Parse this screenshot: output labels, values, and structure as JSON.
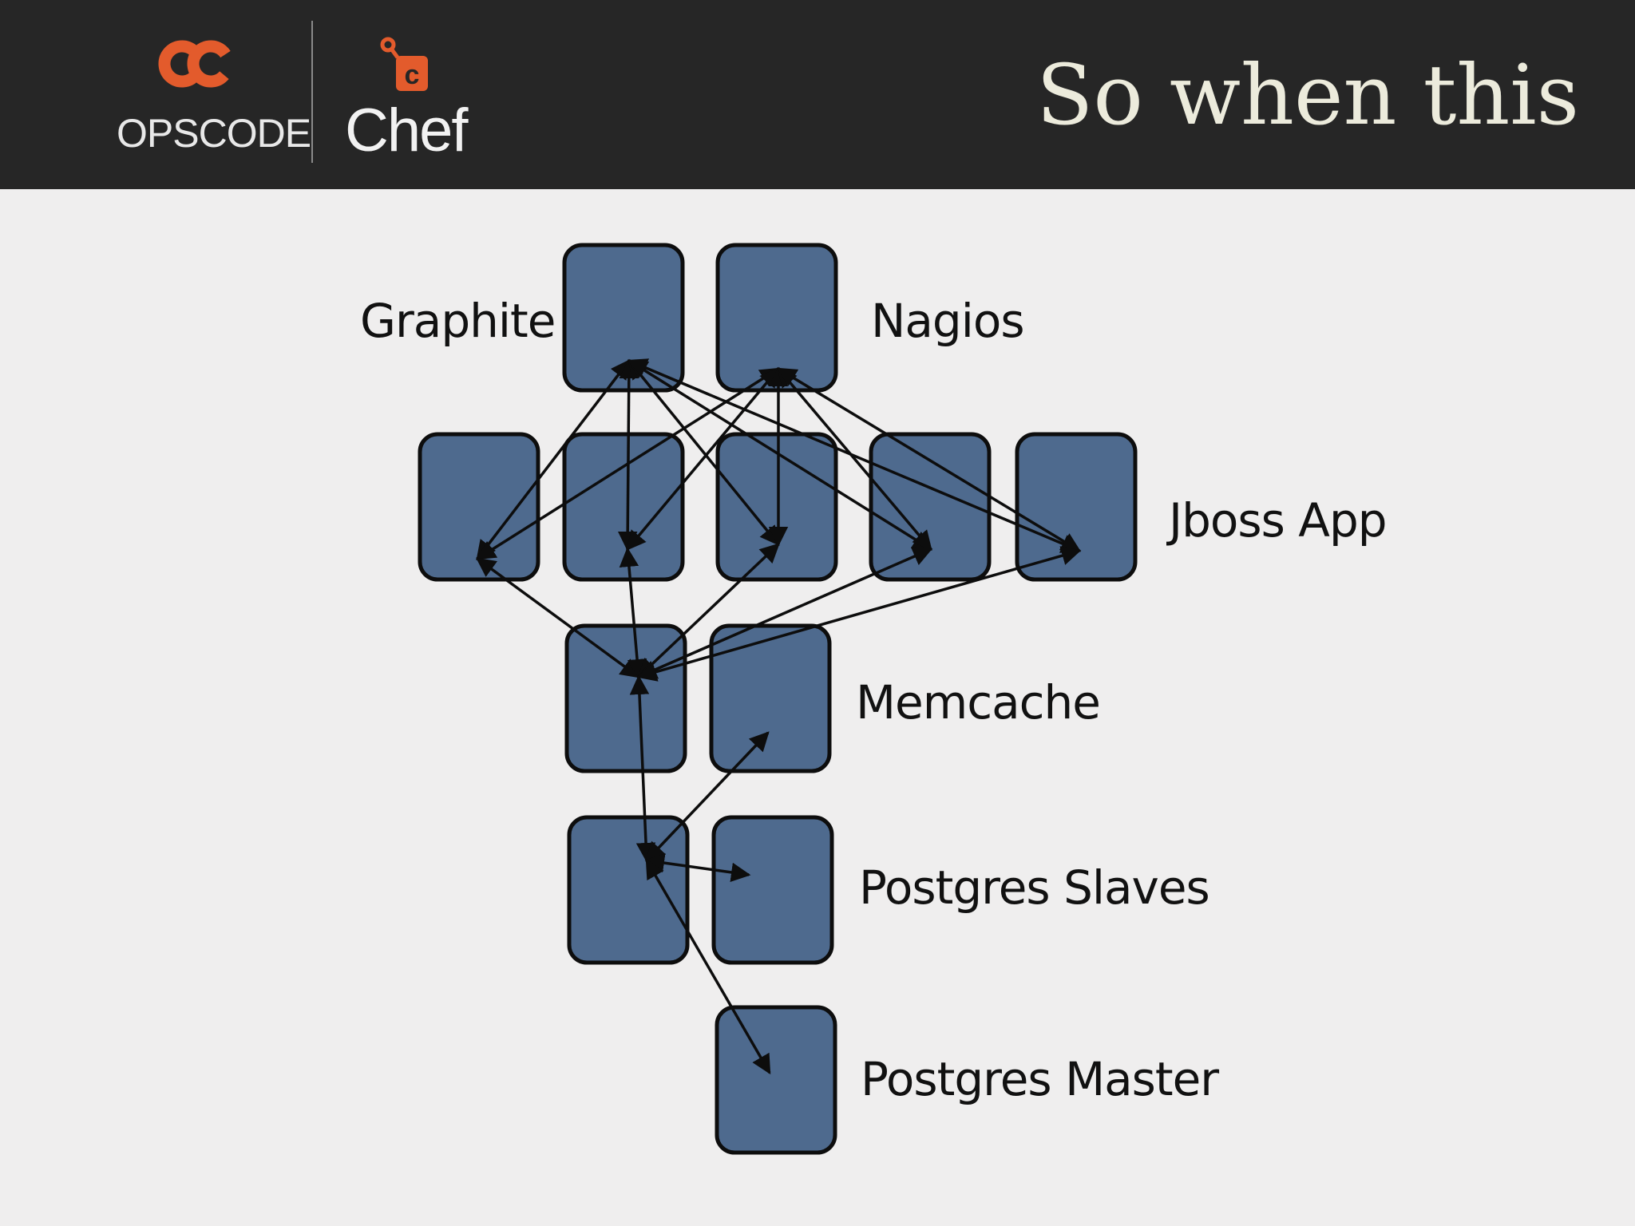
{
  "header": {
    "title": "So when this",
    "opscode_wordmark": "OPSCODE",
    "chef_wordmark": "Chef",
    "icons": [
      "opscode-logo-icon",
      "chef-logo-icon"
    ]
  },
  "colors": {
    "header_bg": "#262626",
    "slide_bg": "#efeeee",
    "node_fill": "#4e6a8e",
    "node_stroke": "#0d0d0d",
    "brand_orange": "#e35b2c",
    "title_color": "#ecebdc"
  },
  "diagram": {
    "labels": {
      "graphite": "Graphite",
      "nagios": "Nagios",
      "jboss": "Jboss App",
      "memcache": "Memcache",
      "pg_slaves": "Postgres Slaves",
      "pg_master": "Postgres Master"
    },
    "nodes": [
      {
        "id": "graphite",
        "group": "graphite"
      },
      {
        "id": "nagios",
        "group": "nagios"
      },
      {
        "id": "jboss1",
        "group": "jboss"
      },
      {
        "id": "jboss2",
        "group": "jboss"
      },
      {
        "id": "jboss3",
        "group": "jboss"
      },
      {
        "id": "jboss4",
        "group": "jboss"
      },
      {
        "id": "jboss5",
        "group": "jboss"
      },
      {
        "id": "memcache1",
        "group": "memcache"
      },
      {
        "id": "memcache2",
        "group": "memcache"
      },
      {
        "id": "pgslave1",
        "group": "pg_slaves"
      },
      {
        "id": "pgslave2",
        "group": "pg_slaves"
      },
      {
        "id": "pgmaster",
        "group": "pg_master"
      }
    ],
    "edges": [
      {
        "from": "graphite",
        "to": "jboss1"
      },
      {
        "from": "graphite",
        "to": "jboss2"
      },
      {
        "from": "graphite",
        "to": "jboss3"
      },
      {
        "from": "graphite",
        "to": "jboss4"
      },
      {
        "from": "graphite",
        "to": "jboss5"
      },
      {
        "from": "nagios",
        "to": "jboss1"
      },
      {
        "from": "nagios",
        "to": "jboss2"
      },
      {
        "from": "nagios",
        "to": "jboss3"
      },
      {
        "from": "nagios",
        "to": "jboss4"
      },
      {
        "from": "nagios",
        "to": "jboss5"
      },
      {
        "from": "jboss1",
        "to": "memcache1"
      },
      {
        "from": "jboss2",
        "to": "memcache1"
      },
      {
        "from": "jboss3",
        "to": "memcache1"
      },
      {
        "from": "jboss4",
        "to": "memcache1"
      },
      {
        "from": "jboss5",
        "to": "memcache1"
      },
      {
        "from": "memcache1",
        "to": "pgslave1"
      },
      {
        "from": "memcache2",
        "to": "pgslave1"
      },
      {
        "from": "pgslave1",
        "to": "pgslave2"
      },
      {
        "from": "pgmaster",
        "to": "pgslave1"
      }
    ]
  }
}
